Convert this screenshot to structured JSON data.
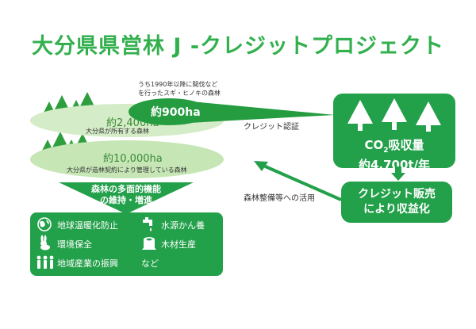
{
  "title": "大分県県営林 J -クレジットプロジェクト",
  "forest": {
    "area_total": "約2,400ha",
    "area_total_desc": "大分県が所有する森林",
    "area_contract": "約10,000ha",
    "area_contract_desc": "大分県が造林契約により管理している森林",
    "note_line1": "うち1990年以降に間伐など",
    "note_line2": "を行ったスギ・ヒノキの森林",
    "area_credit": "約900ha"
  },
  "arrows": {
    "certification": "クレジット認証",
    "utilization": "森林整備等への活用"
  },
  "co2_box": {
    "line1_prefix": "CO",
    "line1_sub": "2",
    "line1_suffix": "吸収量",
    "line2": "約4,700t/年"
  },
  "sales_box": {
    "line1": "クレジット販売",
    "line2": "により収益化"
  },
  "functions_banner": {
    "line1": "森林の多面的機能",
    "line2": "の維持・増進"
  },
  "functions": [
    {
      "icon": "globe-icon",
      "label": "地球温暖化防止"
    },
    {
      "icon": "water-tap-icon",
      "label": "水源かん養"
    },
    {
      "icon": "rabbit-icon",
      "label": "環境保全"
    },
    {
      "icon": "stump-icon",
      "label": "木材生産"
    },
    {
      "icon": "people-icon",
      "label": "地域産業の振興"
    },
    {
      "icon": "",
      "label": "など"
    }
  ],
  "colors": {
    "green_dark": "#23a04a",
    "green_light": "#d4ecc7",
    "title_green": "#33b04e"
  }
}
